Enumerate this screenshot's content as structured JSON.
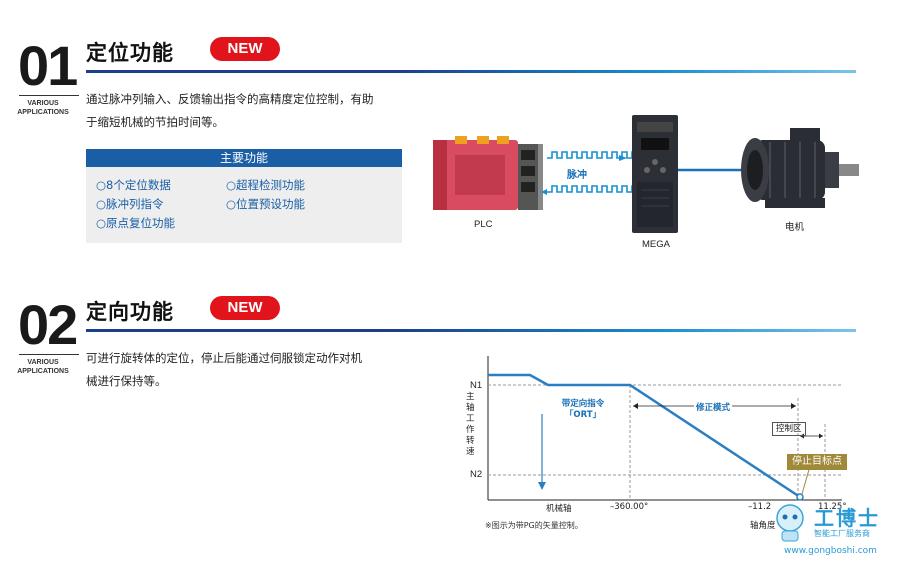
{
  "section1": {
    "number": "01",
    "various": "VARIOUS",
    "applications": "APPLICATIONS",
    "title": "定位功能",
    "badge": "NEW",
    "desc_line1": "通过脉冲列输入、反馈输出指令的高精度定位控制，有助",
    "desc_line2": "于缩短机械的节拍时间等。",
    "features_header": "主要功能",
    "features": [
      "○8个定位数据",
      "○超程检测功能",
      "○脉冲列指令",
      "○位置预设功能",
      "○原点复位功能"
    ],
    "diagram": {
      "plc_label": "PLC",
      "mega_label": "MEGA",
      "motor_label": "电机",
      "pulse_label": "脉冲"
    }
  },
  "section2": {
    "number": "02",
    "various": "VARIOUS",
    "applications": "APPLICATIONS",
    "title": "定向功能",
    "badge": "NEW",
    "desc_line1": "可进行旋转体的定位，停止后能通过伺服锁定动作对机",
    "desc_line2": "械进行保持等。",
    "chart": {
      "y_label": "主轴工作转速",
      "n1": "N1",
      "n2": "N2",
      "ort_line1": "带定向指令",
      "ort_line2": "「ORT」",
      "correction": "修正模式",
      "control_zone": "控制区",
      "stop_target": "停止目标点",
      "x_axis": "机械轴",
      "x_tick1": "–360.00°",
      "x_tick2": "–11.2",
      "x_tick3": "11.25°",
      "x_unit": "轴角度",
      "note": "※图示为带PG的矢量控制。"
    }
  },
  "watermark": {
    "brand": "工博士",
    "tagline": "智能工厂服务商",
    "url": "www.gongboshi.com"
  },
  "colors": {
    "accent_blue": "#1a5fa5",
    "badge_red": "#e1141b",
    "line_blue": "#2a7fc4"
  }
}
